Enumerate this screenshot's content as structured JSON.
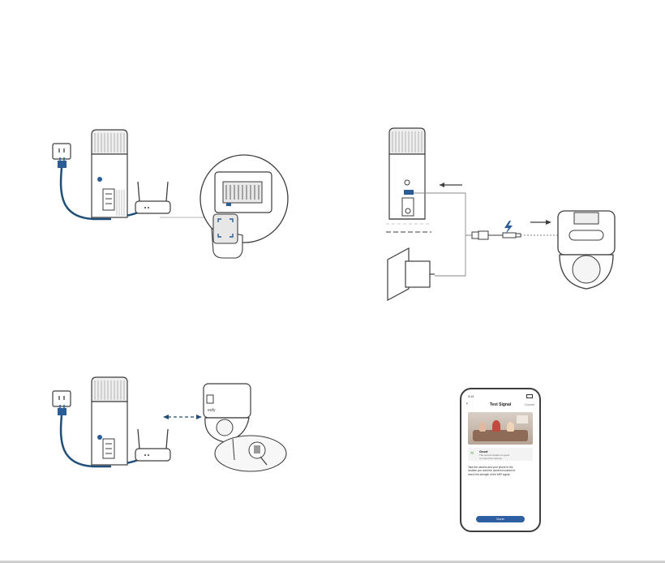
{
  "colors": {
    "line": "#3d3d3d",
    "cable": "#1f4e78",
    "accent_blue": "#2a5c96",
    "phone_button": "#2f5fa0",
    "sofa": "#8d6b57"
  },
  "icons": [
    "power-outlet-icon",
    "power-plug-icon",
    "lightning-icon",
    "hand-icon",
    "phone-icon",
    "wifi-icon",
    "back-arrow-icon"
  ],
  "phone_app": {
    "time": "9:41",
    "title": "Test Signal",
    "cancel": "Cancel",
    "signal_label": "Good",
    "signal_desc_1": "The current location is good",
    "signal_desc_2": "to mount the camera.",
    "body_1": "Take the camera and your phone to the",
    "body_2": "location you want the camera mounted to",
    "body_3": "check the strength of the WiFi signal.",
    "button": "Done"
  },
  "camera_brand": "eufy"
}
